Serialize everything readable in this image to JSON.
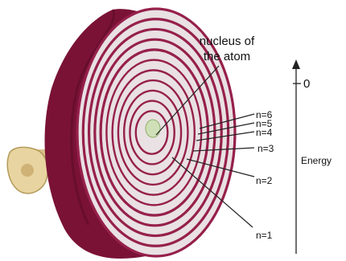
{
  "nucleus_label": {
    "line1": "nucleus of",
    "line2": "the atom"
  },
  "energy_axis": {
    "title": "Energy",
    "zero_label": "0"
  },
  "levels": [
    {
      "label": "n=6"
    },
    {
      "label": "n=5"
    },
    {
      "label": "n=4"
    },
    {
      "label": "n=3"
    },
    {
      "label": "n=2"
    },
    {
      "label": "n=1"
    }
  ],
  "colors": {
    "onion_skin": "#7a1236",
    "onion_ring": "#96204b",
    "flesh": "#e9e1e3",
    "nucleus": "#cfe0b8",
    "root": "#e8d4a0",
    "pointer": "#222222"
  }
}
